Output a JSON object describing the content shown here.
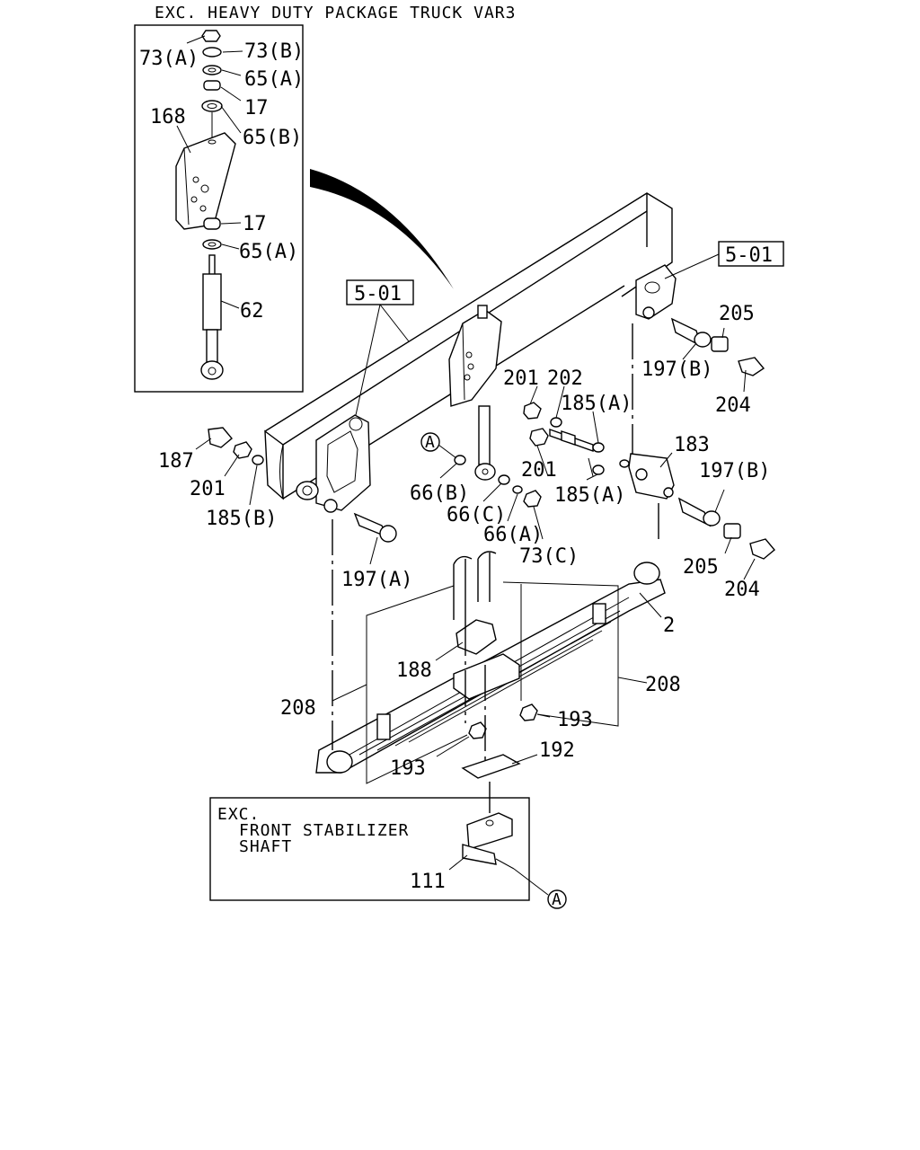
{
  "header": {
    "title": "EXC. HEAVY DUTY PACKAGE TRUCK VAR3"
  },
  "refs": {
    "ref_left": "5-01",
    "ref_right": "5-01"
  },
  "note_box": {
    "line1": "EXC.",
    "line2": "FRONT STABILIZER",
    "line3": "SHAFT"
  },
  "callout": {
    "letter": "A"
  },
  "parts": {
    "p73A": "73(A)",
    "p73B": "73(B)",
    "p65A_top": "65(A)",
    "p17_top": "17",
    "p168": "168",
    "p65B": "65(B)",
    "p17_low": "17",
    "p65A_low": "65(A)",
    "p62": "62",
    "p205_top": "205",
    "p197B_top": "197(B)",
    "p204_top": "204",
    "p201_top": "201",
    "p202": "202",
    "p185A_top": "185(A)",
    "p183": "183",
    "p187": "187",
    "p201_left": "201",
    "p185B": "185(B)",
    "p66B": "66(B)",
    "p66C": "66(C)",
    "p66A": "66(A)",
    "p73C": "73(C)",
    "p201_mid": "201",
    "p185A_mid": "185(A)",
    "p197B_mid": "197(B)",
    "p205_mid": "205",
    "p204_mid": "204",
    "p197A": "197(A)",
    "p2": "2",
    "p188": "188",
    "p208_left": "208",
    "p208_right": "208",
    "p193_right": "193",
    "p193_left": "193",
    "p192": "192",
    "p111": "111"
  }
}
